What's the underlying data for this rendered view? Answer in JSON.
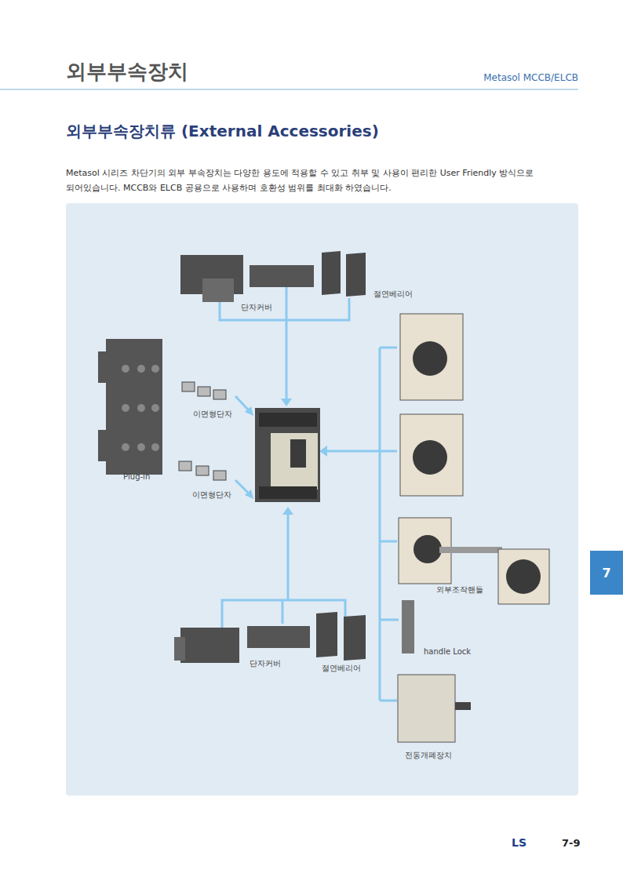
{
  "diagram": {
    "title": "외부부속장치",
    "nodes": [
      {
        "text": [
          "7"
        ]
      }
    ],
    "labels": [
      "Metasol MCCB/ELCB",
      "외부부속장치류 (External Accessories)",
      "Metasol 시리즈 차단기의 외부 부속장치는 다양한 용도에 적용할 수 있고 취부 및 사용이 편리한 User Friendly 방식으로 되어있습니다. MCCB와 ELCB 공용으로 사용하며 호환성 범위를 최대화 하였습니다.",
      "단자커버",
      "절연베리어",
      "이면형단자",
      "Plug-in",
      "이면형단자",
      "외부조작핸들",
      "handle Lock",
      "단자커버",
      "절연베리어",
      "전동개폐장치",
      "LS",
      "7-9"
    ]
  }
}
